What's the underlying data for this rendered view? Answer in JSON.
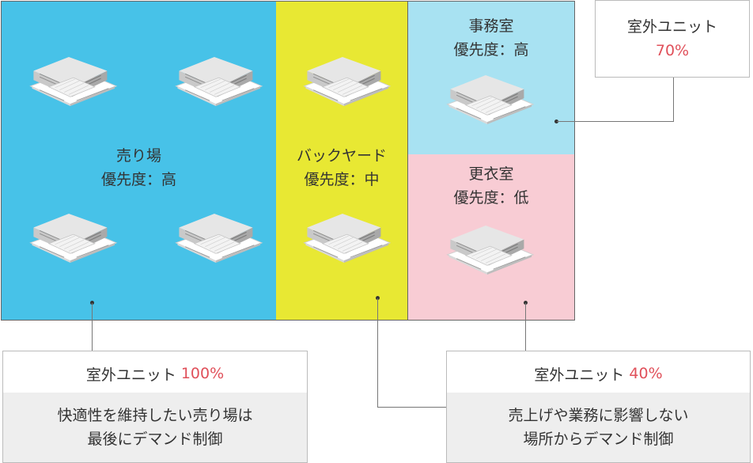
{
  "zones": {
    "sales": {
      "name": "売り場",
      "priority": "優先度：高",
      "color": "#47c2e8"
    },
    "back": {
      "name": "バックヤード",
      "priority": "優先度：中",
      "color": "#e8e833"
    },
    "office": {
      "name": "事務室",
      "priority": "優先度：高",
      "color": "#a8e2f2"
    },
    "locker": {
      "name": "更衣室",
      "priority": "優先度：低",
      "color": "#f8ccd4"
    }
  },
  "callouts": {
    "office": {
      "label": "室外ユニット",
      "percent": "70%"
    },
    "sales": {
      "label": "室外ユニット",
      "percent": "100%",
      "desc1": "快適性を維持したい売り場は",
      "desc2": "最後にデマンド制御"
    },
    "locker": {
      "label": "室外ユニット",
      "percent": "40%",
      "desc1": "売上げや業務に影響しない",
      "desc2": "場所からデマンド制御"
    }
  },
  "accent_color": "#e0505a",
  "icons": [
    "ceiling-cassette-ac-unit-icon"
  ]
}
